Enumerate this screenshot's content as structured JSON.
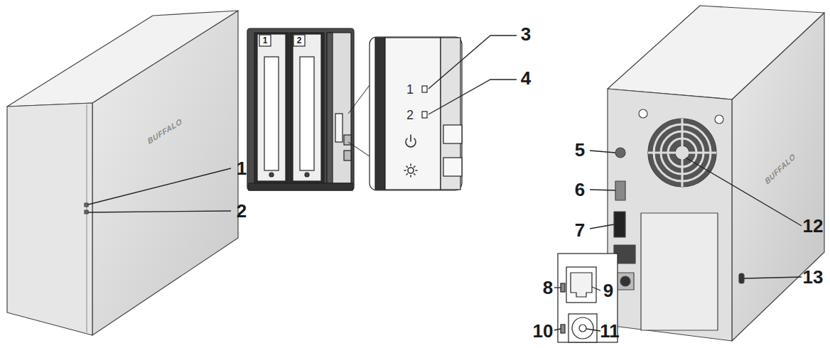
{
  "diagram": {
    "labels": [
      "BUFFALO",
      "1",
      "2",
      "1",
      "2",
      "1",
      "2",
      "3",
      "4",
      "BUFFALO",
      "5",
      "6",
      "7",
      "8",
      "9",
      "10",
      "11",
      "12",
      "13"
    ]
  }
}
